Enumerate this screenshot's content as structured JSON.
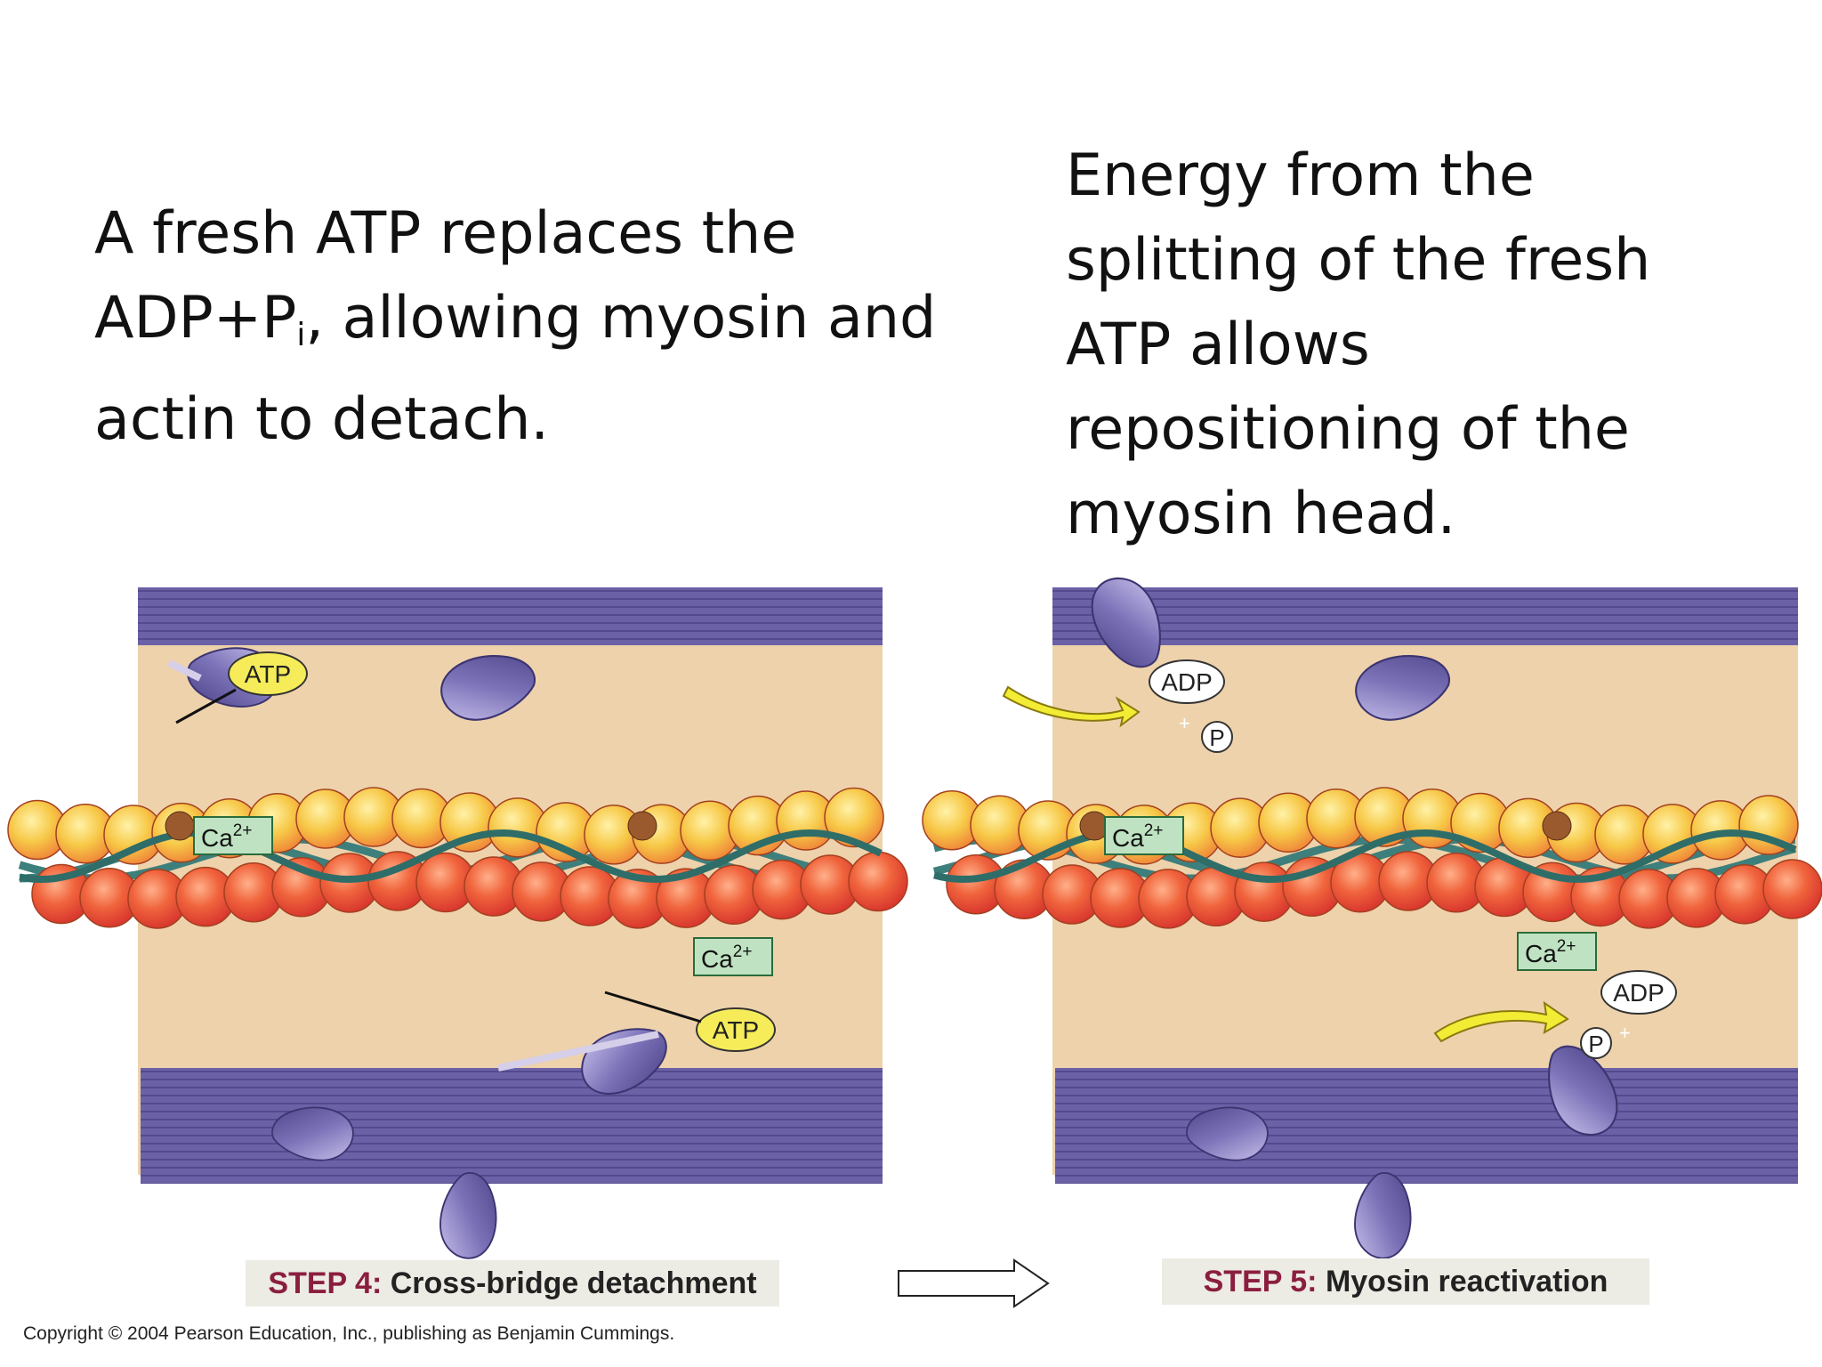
{
  "captions": {
    "left": {
      "line1": "A fresh ATP replaces the",
      "line2_pre": "ADP+P",
      "line2_sub": "i",
      "line2_post": ", allowing myosin and",
      "line3": "actin to detach."
    },
    "right": {
      "line1": "Energy from the",
      "line2": "splitting of the fresh",
      "line3": "ATP allows",
      "line4": "repositioning of the",
      "line5": "myosin head."
    }
  },
  "panel_left": {
    "atp_top": "ATP",
    "atp_bottom": "ATP",
    "ca_top": "Ca",
    "ca_top_sup": "2+",
    "ca_mid": "Ca",
    "ca_mid_sup": "2+",
    "step_num": "STEP 4:",
    "step_text": "Cross-bridge detachment"
  },
  "panel_right": {
    "adp_top": "ADP",
    "p_top": "P",
    "plus_top": "+",
    "adp_bottom": "ADP",
    "p_bottom": "P",
    "plus_bottom": "+",
    "ca_top": "Ca",
    "ca_top_sup": "2+",
    "ca_mid": "Ca",
    "ca_mid_sup": "2+",
    "step_num": "STEP 5:",
    "step_text": "Myosin reactivation"
  },
  "copyright": "Copyright © 2004 Pearson Education, Inc., publishing as Benjamin Cummings.",
  "colors": {
    "thick_filament": "#6b61a6",
    "cytoplasm": "#eed2ab",
    "actin_orange": "#f08c3a",
    "actin_red": "#e8453a",
    "actin_yellow": "#f7c847",
    "tropomyosin": "#3d7f7c",
    "ca_box": "#bfe3c2",
    "atp_bubble": "#f6ec5a",
    "step_red": "#8b1e3f",
    "arrow_yellow": "#f3ec34"
  }
}
